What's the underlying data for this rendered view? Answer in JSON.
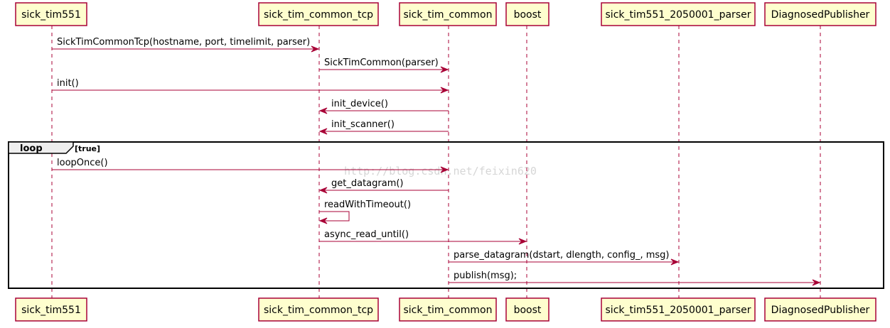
{
  "participants": [
    {
      "id": "p0",
      "label": "sick_tim551"
    },
    {
      "id": "p1",
      "label": "sick_tim_common_tcp"
    },
    {
      "id": "p2",
      "label": "sick_tim_common"
    },
    {
      "id": "p3",
      "label": "boost"
    },
    {
      "id": "p4",
      "label": "sick_tim551_2050001_parser"
    },
    {
      "id": "p5",
      "label": "DiagnosedPublisher"
    }
  ],
  "messages": [
    {
      "from": "p0",
      "to": "p1",
      "label": "SickTimCommonTcp(hostname, port, timelimit, parser)"
    },
    {
      "from": "p1",
      "to": "p2",
      "label": "SickTimCommon(parser)"
    },
    {
      "from": "p0",
      "to": "p2",
      "label": "init()"
    },
    {
      "from": "p2",
      "to": "p1",
      "label": "init_device()"
    },
    {
      "from": "p2",
      "to": "p1",
      "label": "init_scanner()"
    },
    {
      "from": "p0",
      "to": "p2",
      "label": "loopOnce()"
    },
    {
      "from": "p2",
      "to": "p1",
      "label": "get_datagram()"
    },
    {
      "from": "p1",
      "to": "p1",
      "label": "readWithTimeout()"
    },
    {
      "from": "p1",
      "to": "p3",
      "label": "async_read_until()"
    },
    {
      "from": "p2",
      "to": "p4",
      "label": "parse_datagram(dstart, dlength, config_, msg)"
    },
    {
      "from": "p2",
      "to": "p5",
      "label": "publish(msg);"
    }
  ],
  "loop": {
    "keyword": "loop",
    "guard": "[true]",
    "first_message": 5,
    "last_message": 10
  },
  "watermark": "http://blog.csdn.net/feixin620",
  "colors": {
    "box_fill": "#FEFECE",
    "border": "#A80036",
    "loop_tab": "#EEEEEE"
  }
}
